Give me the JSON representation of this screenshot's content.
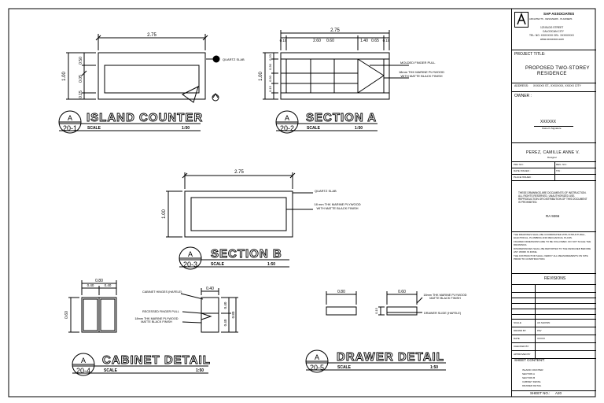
{
  "drawings": [
    {
      "id": "20-1",
      "marker_letter": "A",
      "marker_number": "20-1",
      "title": "ISLAND COUNTER",
      "scale_label": "SCALE",
      "scale_value": "1:50",
      "dims": {
        "width": "2.75",
        "height": "1.00",
        "parts": [
          "0.50",
          "0.05",
          "0.15"
        ]
      },
      "callout": "QUARTZ SLAB"
    },
    {
      "id": "20-2",
      "marker_letter": "A",
      "marker_number": "20-2",
      "title": "SECTION A",
      "scale_label": "SCALE",
      "scale_value": "1:50",
      "dims": {
        "width": "2.75",
        "top": [
          "0.15",
          "2.60",
          "0.60",
          "1.40",
          "0.65",
          "0.15"
        ],
        "height": "1.00",
        "side": [
          "0.20",
          "0.30",
          "0.30",
          "0.15"
        ]
      },
      "callouts": [
        "MOLDED FINGER PULL",
        "18mm THK MARINE PLYWOOD WITH MATTE BLACK FINISH"
      ]
    },
    {
      "id": "20-3",
      "marker_letter": "A",
      "marker_number": "20-3",
      "title": "SECTION B",
      "scale_label": "SCALE",
      "scale_value": "1:50",
      "dims": {
        "width": "2.75",
        "height": "1.00"
      },
      "callouts": [
        "QUARTZ SLAB",
        "18 mm THK MARINE PLYWOOD WITH MATTE BLACK FINISH"
      ]
    },
    {
      "id": "20-4",
      "marker_letter": "A",
      "marker_number": "20-4",
      "title": "CABINET DETAIL",
      "scale_label": "SCALE",
      "scale_value": "1:50",
      "dims": {
        "width": "0.80",
        "halves": [
          "0.40",
          "0.40"
        ],
        "height": "0.60",
        "side_width": "0.40",
        "side_parts": [
          "0.40",
          "0.40"
        ],
        "side_height": "0.80"
      },
      "callouts": [
        "CABINET HINGES (HAFELE)",
        "RECESSED FINGER PULL",
        "18mm THK MARINE PLYWOOD MATTE BLACK FINISH"
      ]
    },
    {
      "id": "20-5",
      "marker_letter": "A",
      "marker_number": "20-5",
      "title": "DRAWER DETAIL",
      "scale_label": "SCALE",
      "scale_value": "1:50",
      "dims": {
        "width_front": "0.80",
        "width_side": "0.60",
        "height": "0.15"
      },
      "callouts": [
        "18mm THK MARINE PLYWOOD MATTE BLACK FINISH",
        "DRAWER SLIDE (HAFELE)"
      ]
    }
  ],
  "title_block": {
    "firm_name": "SAP ASSOCIATES",
    "firm_tagline": "ARCHITECTS · DESIGNERS · PLANNERS",
    "firm_address": [
      "123 BLDG STREET",
      "CALOOCAN CITY",
      "TEL: NO. XXXXXXX  CEL: XXXXXXXX",
      "www.xxxxxxxxx.com"
    ],
    "project_title_label": "PROJECT TITLE:",
    "project_title": [
      "PROPOSED TWO-STOREY",
      "RESIDENCE"
    ],
    "address_label": "ADDRESS:",
    "address": "XXXXXX ST., XXXXXXX, XXXXX CITY",
    "owner_label": "OWNER :",
    "owner_name": "XXXXXX",
    "owner_sub": "Owner's Signature",
    "designer_name": "PEREZ, CAMILLE ANNE V.",
    "designer_role": "Designer",
    "meta_rows": [
      [
        "PRC NO.:",
        "REG. NO.:"
      ],
      [
        "DATE ISSUED :",
        "TIN :"
      ],
      [
        "PLACE ISSUED :",
        ""
      ]
    ],
    "note1": "THESE DRAWINGS ARE DOCUMENTS OF INSTRUCTION. ALL RIGHTS RESERVED. UNAUTHORIZED USE, REPRODUCTION OR DISTRIBUTION OF THIS DOCUMENT IS PROHIBITED.",
    "ra_number": "RA 9266",
    "notes": [
      "THE DRAWINGS SHALL BE COORDINATED WITH STRUCTURAL, ELECTRICAL, PLUMBING AND MECHANICAL PLANS.",
      "FIGURED DIMENSIONS ARE TO BE FOLLOWED. DO NOT SCALE THE DRAWINGS.",
      "DISCREPANCIES SHALL BE REPORTED TO THE DESIGNER BEFORE ANY WORK IS DONE.",
      "THE CONTRACTOR SHALL VERIFY ALL MEASUREMENTS ON SITE PRIOR TO CONSTRUCTION."
    ],
    "revisions_label": "REVISIONS",
    "info_rows": [
      [
        "SCALE",
        "AS SHOWN"
      ],
      [
        "DRAWN BY",
        "PAV"
      ],
      [
        "DATE",
        "XXXXX"
      ],
      [
        "CHECKED BY",
        ""
      ],
      [
        "APPROVED BY",
        ""
      ]
    ],
    "sheet_content_label": "SHEET CONTENT:",
    "sheet_content": [
      "ISLAND COUNTER",
      "SECTION A",
      "SECTION B",
      "CABINET DETAIL",
      "DRAWER DETAIL"
    ],
    "sheet_no_label": "SHEET NO.:",
    "sheet_no": "A20"
  }
}
